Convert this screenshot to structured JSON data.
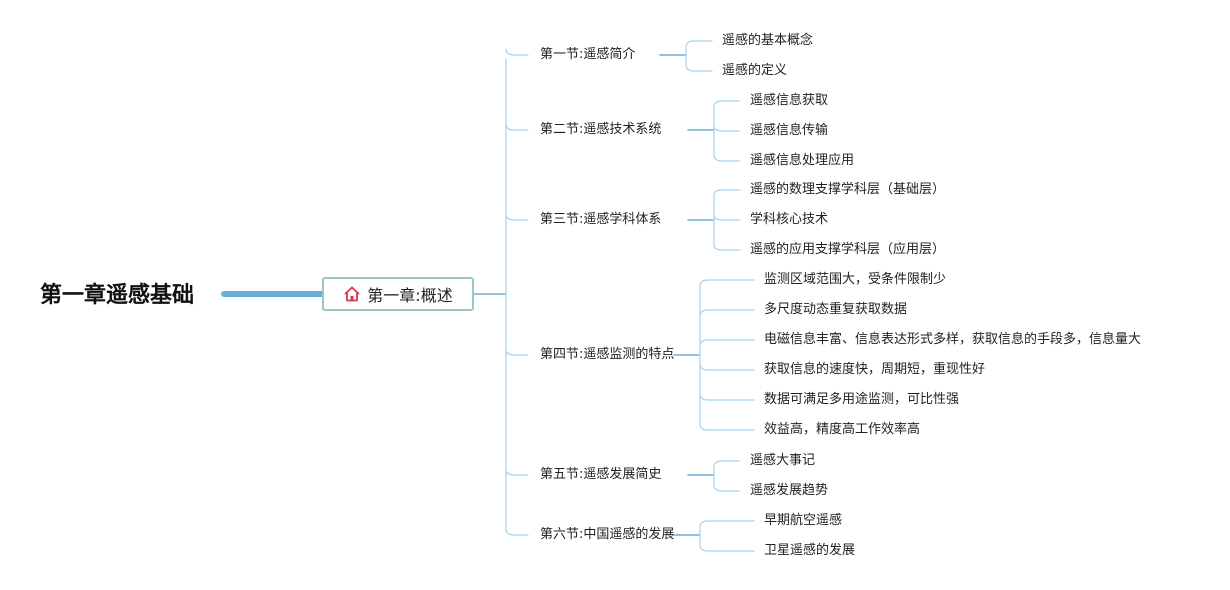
{
  "root": "第一章遥感基础",
  "chapter": {
    "label": "第一章:概述",
    "icon": "home-icon"
  },
  "colors": {
    "line": "#6aaed6",
    "line_light": "#a9d2ec",
    "box_border": "#9bc9bf",
    "icon": "#d9344f"
  },
  "sections": [
    {
      "title": "第一节:遥感简介",
      "items": [
        "遥感的基本概念",
        "遥感的定义"
      ]
    },
    {
      "title": "第二节:遥感技术系统",
      "items": [
        "遥感信息获取",
        "遥感信息传输",
        "遥感信息处理应用"
      ]
    },
    {
      "title": "第三节:遥感学科体系",
      "items": [
        "遥感的数理支撑学科层（基础层）",
        "学科核心技术",
        "遥感的应用支撑学科层（应用层）"
      ]
    },
    {
      "title": "第四节:遥感监测的特点",
      "items": [
        "监测区域范围大，受条件限制少",
        "多尺度动态重复获取数据",
        "电磁信息丰富、信息表达形式多样，获取信息的手段多，信息量大",
        "获取信息的速度快，周期短，重现性好",
        "数据可满足多用途监测，可比性强",
        "效益高，精度高工作效率高"
      ]
    },
    {
      "title": "第五节:遥感发展简史",
      "items": [
        "遥感大事记",
        "遥感发展趋势"
      ]
    },
    {
      "title": "第六节:中国遥感的发展",
      "items": [
        "早期航空遥感",
        "卫星遥感的发展"
      ]
    }
  ]
}
